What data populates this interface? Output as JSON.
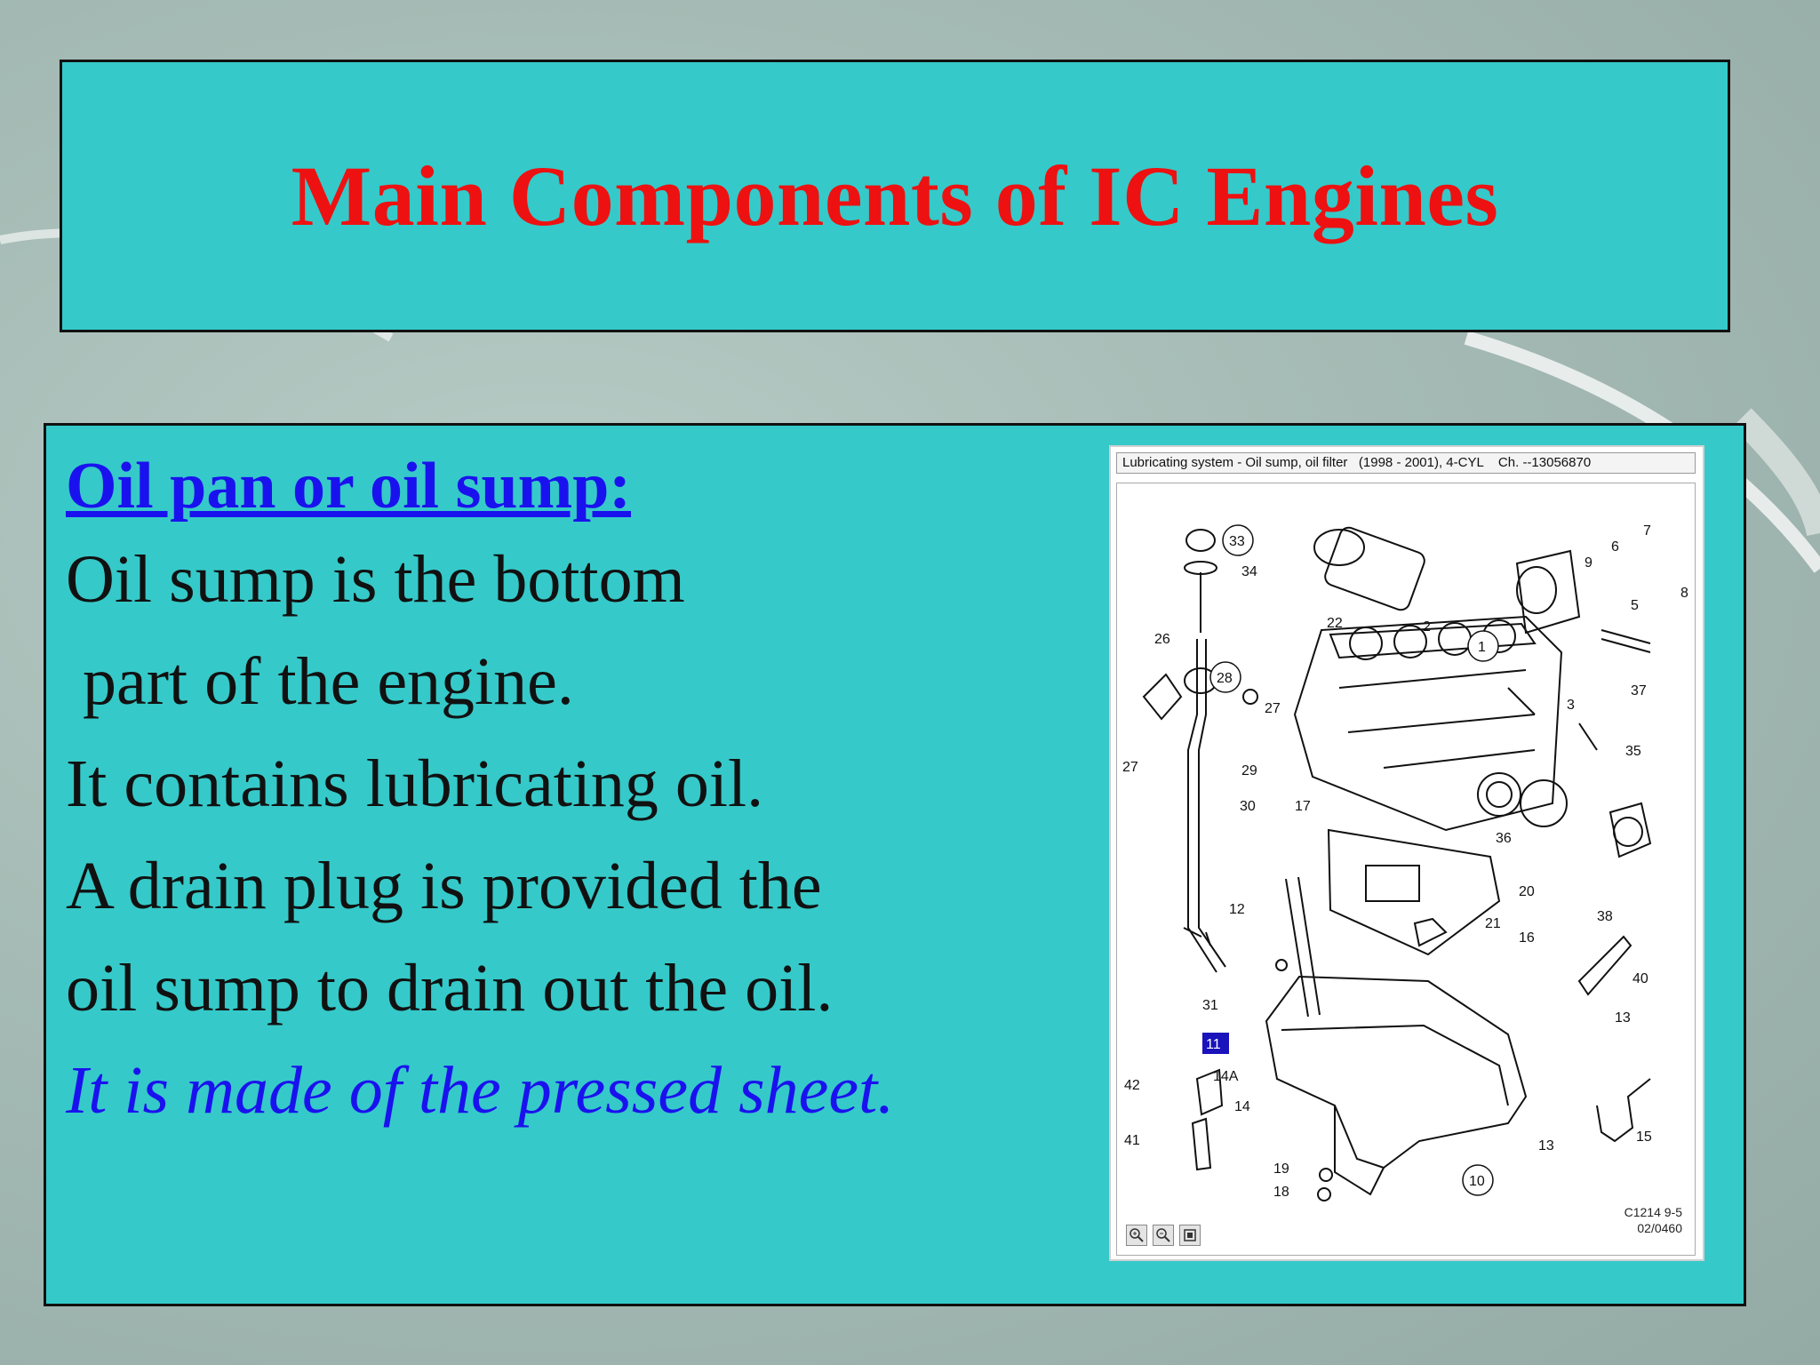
{
  "slide": {
    "title": "Main Components of IC Engines",
    "heading": "Oil pan or oil sump:",
    "lines": [
      "Oil sump is the bottom",
      " part of the engine.",
      "It contains lubricating oil.",
      "A drain plug is provided the",
      "oil sump to drain out the oil."
    ],
    "italic_line": "It is made of the pressed sheet.",
    "colors": {
      "title": "#ee1111",
      "accent": "#1a12ee",
      "panel": "#36c9c9"
    }
  },
  "diagram": {
    "caption": "Lubricating system - Oil sump, oil filter   (1998 - 2001), 4-CYL    Ch. --13056870",
    "ref_code_1": "C1214 9-5",
    "ref_code_2": "02/0460",
    "highlighted_label": "11",
    "toolbar": [
      "zoom-in-icon",
      "zoom-out-icon",
      "fit-icon"
    ],
    "labels": {
      "l33": "33",
      "l34": "34",
      "l26": "26",
      "l28": "28",
      "l27a": "27",
      "l27b": "27",
      "l29": "29",
      "l30": "30",
      "l17": "17",
      "l12": "12",
      "l31": "31",
      "l14a": "14A",
      "l14": "14",
      "l42": "42",
      "l41": "41",
      "l19": "19",
      "l18": "18",
      "l10": "10",
      "l22": "22",
      "l2": "2",
      "l1": "1",
      "l9": "9",
      "l6": "6",
      "l7": "7",
      "l8": "8",
      "l5": "5",
      "l37": "37",
      "l3": "3",
      "l35": "35",
      "l36": "36",
      "l20": "20",
      "l21": "21",
      "l16": "16",
      "l38": "38",
      "l40": "40",
      "l13a": "13",
      "l13b": "13",
      "l15": "15"
    }
  }
}
